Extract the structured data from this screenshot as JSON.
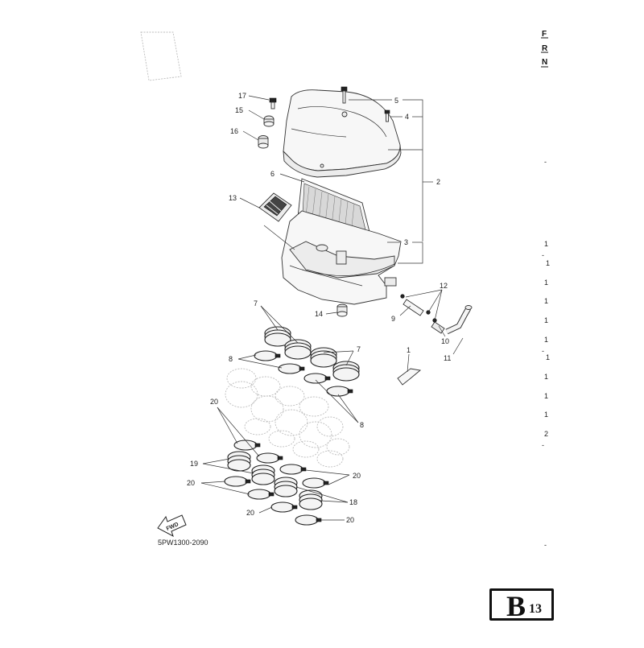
{
  "figure_code": "5PW1300-2090",
  "page_code": {
    "letter": "B",
    "number": "13"
  },
  "fwd_label": "FWD",
  "callouts": [
    {
      "id": "c17",
      "text": "17"
    },
    {
      "id": "c15",
      "text": "15"
    },
    {
      "id": "c16",
      "text": "16"
    },
    {
      "id": "c5",
      "text": "5"
    },
    {
      "id": "c4",
      "text": "4"
    },
    {
      "id": "c2",
      "text": "2"
    },
    {
      "id": "c6",
      "text": "6"
    },
    {
      "id": "c13",
      "text": "13"
    },
    {
      "id": "c3",
      "text": "3"
    },
    {
      "id": "c14",
      "text": "14"
    },
    {
      "id": "c12",
      "text": "12"
    },
    {
      "id": "c9",
      "text": "9"
    },
    {
      "id": "c10",
      "text": "10"
    },
    {
      "id": "c11",
      "text": "11"
    },
    {
      "id": "c1",
      "text": "1"
    },
    {
      "id": "c7a",
      "text": "7"
    },
    {
      "id": "c7b",
      "text": "7"
    },
    {
      "id": "c8a",
      "text": "8"
    },
    {
      "id": "c8b",
      "text": "8"
    },
    {
      "id": "c20a",
      "text": "20"
    },
    {
      "id": "c19",
      "text": "19"
    },
    {
      "id": "c20b",
      "text": "20"
    },
    {
      "id": "c20c",
      "text": "20"
    },
    {
      "id": "c18",
      "text": "18"
    },
    {
      "id": "c20d",
      "text": "20"
    },
    {
      "id": "c20e",
      "text": "20"
    }
  ],
  "edge_letters": [
    "F",
    "R",
    "N"
  ],
  "edge_marks": [
    "-",
    "1",
    "-",
    "1",
    "1",
    "1",
    "1",
    "1",
    "-",
    "1",
    "1",
    "1",
    "1",
    "2",
    "-",
    "-"
  ]
}
